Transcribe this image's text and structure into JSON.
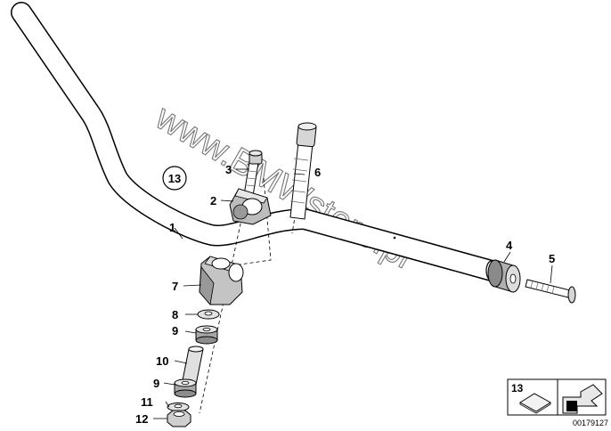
{
  "watermark": "www.BMWstore.pl",
  "callouts": {
    "c1": "1",
    "c2": "2",
    "c3": "3",
    "c4": "4",
    "c5": "5",
    "c6": "6",
    "c7": "7",
    "c8": "8",
    "c9a": "9",
    "c9b": "9",
    "c10": "10",
    "c11": "11",
    "c12": "12",
    "c13": "13"
  },
  "kit_box": {
    "label": "13",
    "part_number": "00179127"
  }
}
